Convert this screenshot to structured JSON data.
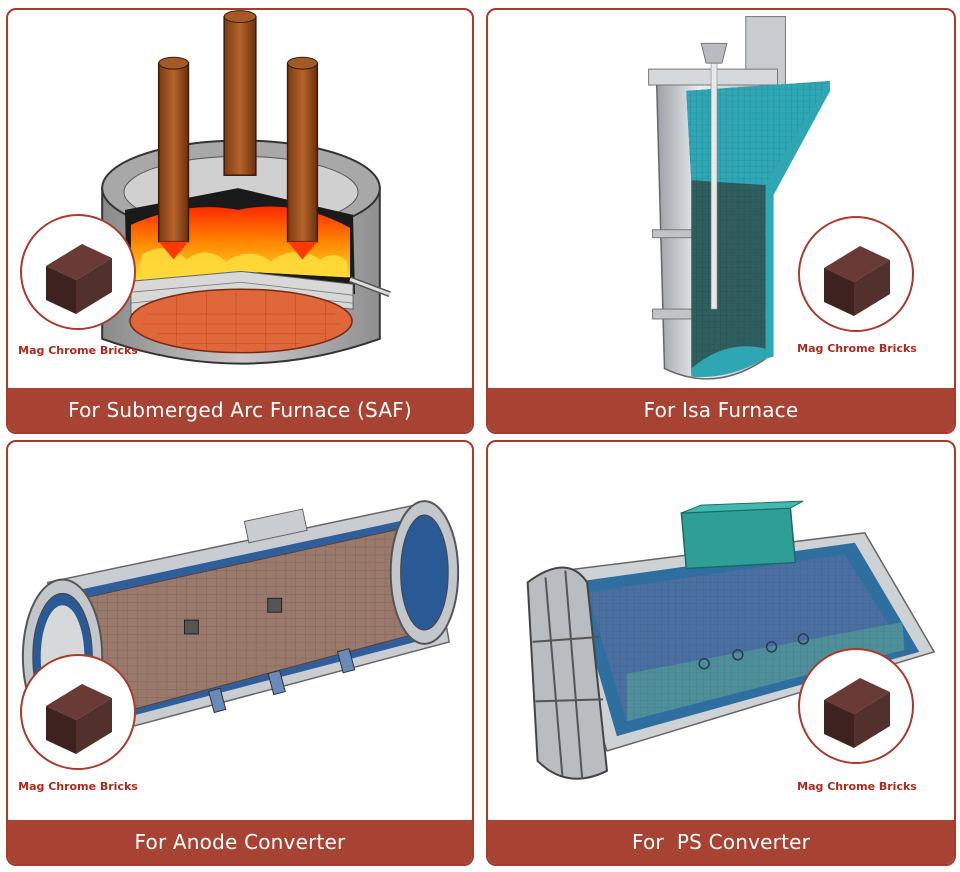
{
  "badge_label": "Mag Chrome Bricks",
  "cards": {
    "saf": {
      "caption": "For Submerged Arc Furnace (SAF)"
    },
    "isa": {
      "caption": "For Isa Furnace"
    },
    "anode": {
      "caption": "For Anode Converter"
    },
    "ps": {
      "caption": "For  PS Converter"
    }
  },
  "colors": {
    "accent_red": "#a84233",
    "label_red": "#b0281c",
    "brick": "#4a2a28"
  }
}
